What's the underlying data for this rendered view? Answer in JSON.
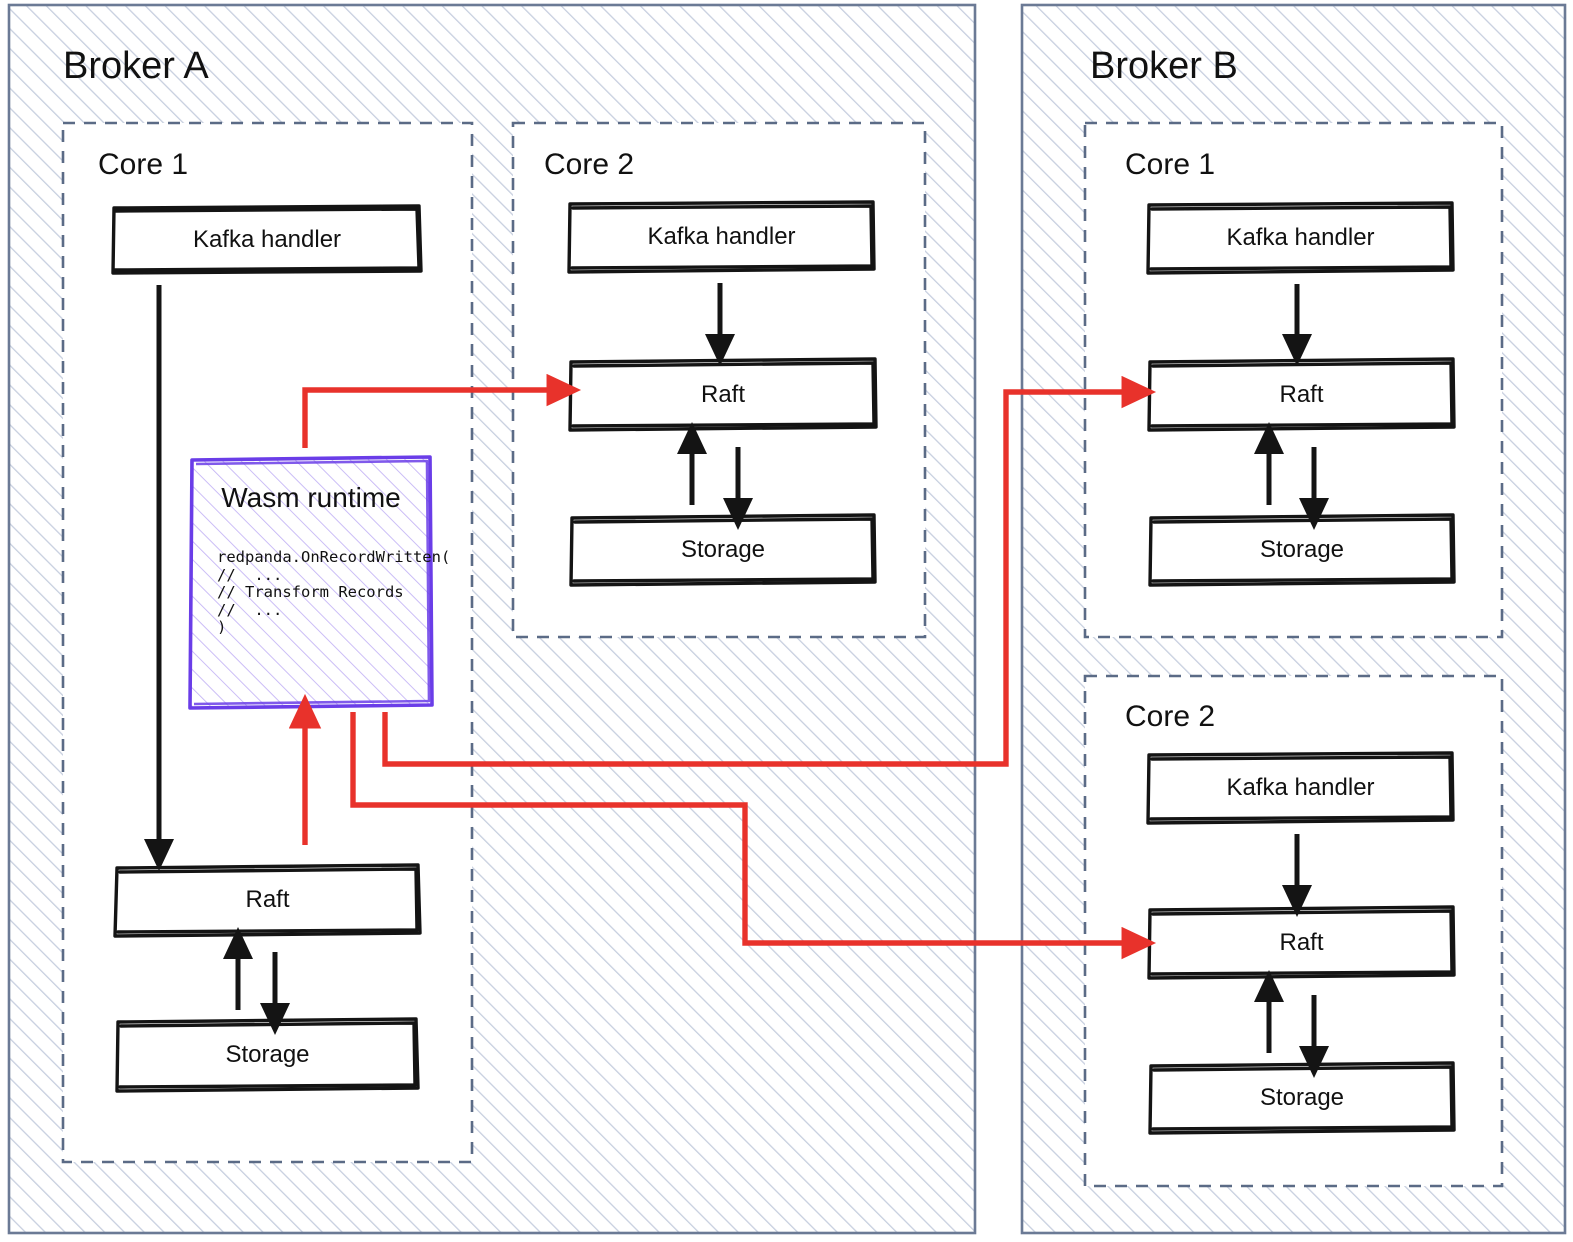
{
  "diagram": {
    "title_a": "Broker A",
    "title_b": "Broker B",
    "colors": {
      "container_border": "#6b7a95",
      "hatch": "#c7cfdf",
      "core_dash": "#5b6b86",
      "sketch_stroke": "#141414",
      "arrow_red": "#e8322b",
      "wasm_border": "#6a3de8",
      "wasm_hatch": "#b9a9f2"
    },
    "brokers": [
      {
        "name": "broker-a",
        "label": "Broker A",
        "cores": [
          {
            "name": "core-1",
            "label": "Core 1",
            "boxes": [
              {
                "name": "kafka-handler",
                "label": "Kafka handler"
              },
              {
                "name": "raft",
                "label": "Raft"
              },
              {
                "name": "storage",
                "label": "Storage"
              }
            ],
            "wasm": {
              "name": "wasm-runtime",
              "title": "Wasm runtime",
              "code": "redpanda.OnRecordWritten(\n//  ...\n// Transform Records\n//  ...\n)"
            }
          },
          {
            "name": "core-2",
            "label": "Core 2",
            "boxes": [
              {
                "name": "kafka-handler",
                "label": "Kafka handler"
              },
              {
                "name": "raft",
                "label": "Raft"
              },
              {
                "name": "storage",
                "label": "Storage"
              }
            ]
          }
        ]
      },
      {
        "name": "broker-b",
        "label": "Broker B",
        "cores": [
          {
            "name": "core-1",
            "label": "Core 1",
            "boxes": [
              {
                "name": "kafka-handler",
                "label": "Kafka handler"
              },
              {
                "name": "raft",
                "label": "Raft"
              },
              {
                "name": "storage",
                "label": "Storage"
              }
            ]
          },
          {
            "name": "core-2",
            "label": "Core 2",
            "boxes": [
              {
                "name": "kafka-handler",
                "label": "Kafka handler"
              },
              {
                "name": "raft",
                "label": "Raft"
              },
              {
                "name": "storage",
                "label": "Storage"
              }
            ]
          }
        ]
      }
    ],
    "connections": [
      {
        "name": "a-core1-kafka-to-raft",
        "kind": "black-arrow",
        "from": "Kafka handler (A/Core 1)",
        "to": "Raft (A/Core 1)"
      },
      {
        "name": "a-core1-raft-storage",
        "kind": "black-bidirectional",
        "from": "Raft (A/Core 1)",
        "to": "Storage (A/Core 1)"
      },
      {
        "name": "a-core2-kafka-to-raft",
        "kind": "black-arrow",
        "from": "Kafka handler (A/Core 2)",
        "to": "Raft (A/Core 2)"
      },
      {
        "name": "a-core2-raft-storage",
        "kind": "black-bidirectional",
        "from": "Raft (A/Core 2)",
        "to": "Storage (A/Core 2)"
      },
      {
        "name": "b-core1-kafka-to-raft",
        "kind": "black-arrow",
        "from": "Kafka handler (B/Core 1)",
        "to": "Raft (B/Core 1)"
      },
      {
        "name": "b-core1-raft-storage",
        "kind": "black-bidirectional",
        "from": "Raft (B/Core 1)",
        "to": "Storage (B/Core 1)"
      },
      {
        "name": "b-core2-kafka-to-raft",
        "kind": "black-arrow",
        "from": "Kafka handler (B/Core 2)",
        "to": "Raft (B/Core 2)"
      },
      {
        "name": "b-core2-raft-storage",
        "kind": "black-bidirectional",
        "from": "Raft (B/Core 2)",
        "to": "Storage (B/Core 2)"
      },
      {
        "name": "wasm-to-a-core2-raft",
        "kind": "red-arrow",
        "from": "Wasm runtime (A/Core 1)",
        "to": "Raft (A/Core 2)"
      },
      {
        "name": "a-core1-raft-to-wasm",
        "kind": "red-arrow",
        "from": "Raft (A/Core 1)",
        "to": "Wasm runtime (A/Core 1)"
      },
      {
        "name": "wasm-to-b-core1-raft",
        "kind": "red-arrow",
        "from": "Wasm runtime (A/Core 1)",
        "to": "Raft (B/Core 1)"
      },
      {
        "name": "wasm-to-b-core2-raft",
        "kind": "red-arrow",
        "from": "Wasm runtime (A/Core 1)",
        "to": "Raft (B/Core 2)"
      }
    ]
  }
}
